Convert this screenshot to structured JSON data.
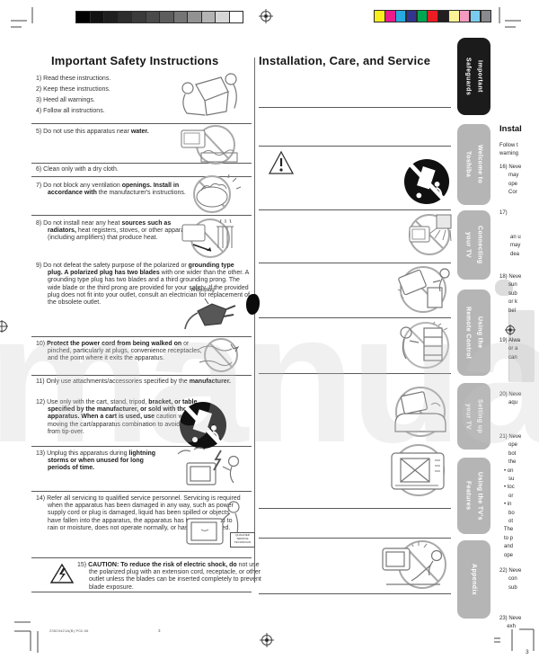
{
  "watermark": "manual",
  "print_marks": {
    "grayscale_steps": [
      "#000000",
      "#121212",
      "#1f1f1f",
      "#2d2d2d",
      "#3b3b3b",
      "#4a4a4a",
      "#5d5d5d",
      "#757575",
      "#929292",
      "#b3b3b3",
      "#d6d6d6",
      "#ffffff"
    ],
    "color_bar": [
      "#f9ed1b",
      "#ec1a8b",
      "#27aae1",
      "#33348e",
      "#00a551",
      "#ec1c24",
      "#231f20",
      "#fbf395",
      "#f49ac1",
      "#7accee",
      "#898a8d"
    ]
  },
  "safety": {
    "title": "Important Safety Instructions",
    "wide_plug_label": "Wide plug",
    "service_box": [
      "QUALIFIED",
      "SERVICE",
      "TECHNICIAN"
    ],
    "items": [
      {
        "n": "1) ",
        "pre": "Read these instructions.",
        "b": "",
        "post": ""
      },
      {
        "n": "2) ",
        "pre": "Keep these instructions.",
        "b": "",
        "post": ""
      },
      {
        "n": "3) ",
        "pre": "Heed all warnings.",
        "b": "",
        "post": ""
      },
      {
        "n": "4) ",
        "pre": "Follow all instructions.",
        "b": "",
        "post": ""
      },
      {
        "n": "5) ",
        "pre": "Do not use this apparatus near ",
        "b": "water.",
        "post": ""
      },
      {
        "n": "6) ",
        "pre": "Clean only with a dry cloth.",
        "b": "",
        "post": ""
      },
      {
        "n": "7) ",
        "pre": "Do not block any ventilation ",
        "b": "openings. Install in accordance with ",
        "post": "the manufacturer's instructions."
      },
      {
        "n": "8) ",
        "pre": "Do not install near any heat ",
        "b": "sources such as radiators, ",
        "post": "heat registers, stoves, or other apparatus (including amplifiers) that produce heat."
      },
      {
        "n": "9) ",
        "pre": "Do not defeat the safety purpose of the polarized or ",
        "b": "grounding type plug. A polarized plug has two blades ",
        "post": "with one wider than the other. A grounding type plug has two blades and a third grounding prong. The wide blade or the third prong are provided for your safety. If the provided plug does not fit into your outlet, consult an electrician for replacement of the obsolete outlet."
      },
      {
        "n": "10) ",
        "pre": "",
        "b": "Protect the power cord from being walked on ",
        "post": "or pinched, particularly at plugs, convenience receptacles, and the point where it exits the apparatus."
      },
      {
        "n": "11) ",
        "pre": "Only use attachments/accessories specified by the ",
        "b": "manufacturer.",
        "post": ""
      },
      {
        "n": "12) ",
        "pre": "Use only with the cart, stand, tripod, ",
        "b": "bracket, or table specified by the manufacturer, or sold with the apparatus. When a cart is used, use ",
        "post": "caution when moving the cart/apparatus combination to avoid injury from tip-over."
      },
      {
        "n": "13) ",
        "pre": "Unplug this apparatus during ",
        "b": "lightning storms or when unused for long periods of time.",
        "post": ""
      },
      {
        "n": "14) ",
        "pre": "Refer all servicing to qualified service personnel. ",
        "b": "",
        "post": "Servicing is required when the apparatus has been damaged in any way, such as power supply cord or plug is damaged, liquid has been spilled or objects have fallen into the apparatus, the apparatus has been exposed to rain or moisture, does not operate normally, or has been dropped."
      },
      {
        "n": "15) ",
        "pre": "",
        "b": "CAUTION: To reduce the risk of electric shock, do ",
        "post": "not use the polarized plug with an extension cord, receptacle, or other outlet unless the blades can be inserted completely to prevent blade exposure."
      }
    ]
  },
  "care": {
    "title": "Installation, Care, and Service"
  },
  "tabs": [
    {
      "label": "Important\nSafeguards",
      "active": true
    },
    {
      "label": "Welcome to\nToshiba",
      "active": false
    },
    {
      "label": "Connecting\nyour TV",
      "active": false
    },
    {
      "label": "Using the\nRemote Control",
      "active": false
    },
    {
      "label": "Setting up\nyour TV",
      "active": false
    },
    {
      "label": "Using the TV's\nFeatures",
      "active": false
    },
    {
      "label": "Appendix",
      "active": false
    }
  ],
  "edge_column": {
    "heading": "Instal",
    "fragments": {
      "follow": "Follow t\nwarning",
      "f16": "16) Neve\n      may\n      ope\n      Cor",
      "f17": "17)",
      "f17b": "an u\nmay\ndea",
      "f18": "18) Neve\n      sun\n      sub\n      or k\n      bel",
      "f19": "19) Alwa\n      or a\n      can",
      "f20": "20) Neve\n      aqu",
      "f21": "21) Neve\n      ope\n      bot\n      the\n   • on\n      su\n   • toc\n      or\n   • in\n      bo\n      ot\n   The\n   to p\n   and\n   ope",
      "f22": "22) Neve\n      con\n      sub",
      "f23": "23) Neve\n     exh"
    }
  },
  "footer": {
    "doc_code": "23520421A(B) P02-06",
    "page_number": "3",
    "corner_fragment": "3"
  }
}
